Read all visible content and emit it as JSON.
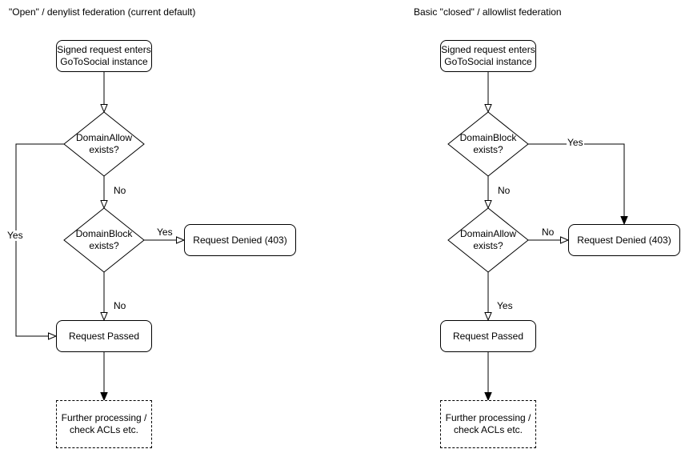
{
  "colors": {
    "stroke": "#000000",
    "shape_fill": "#ffffff",
    "text": "#000000",
    "background": "#ffffff"
  },
  "left_chart": {
    "title": "\"Open\" / denylist federation (current default)",
    "nodes": {
      "start": "Signed request enters\nGoToSocial instance",
      "decision1": "DomainAllow\nexists?",
      "decision2": "DomainBlock\nexists?",
      "denied": "Request Denied (403)",
      "passed": "Request Passed",
      "further": "Further processing /\ncheck ACLs etc."
    },
    "edge_labels": {
      "decision1_no": "No",
      "decision1_yes": "Yes",
      "decision2_yes": "Yes",
      "decision2_no": "No"
    }
  },
  "right_chart": {
    "title": "Basic \"closed\" / allowlist federation",
    "nodes": {
      "start": "Signed request enters\nGoToSocial instance",
      "decision1": "DomainBlock\nexists?",
      "decision2": "DomainAllow\nexists?",
      "denied": "Request Denied (403)",
      "passed": "Request Passed",
      "further": "Further processing /\ncheck ACLs etc."
    },
    "edge_labels": {
      "decision1_yes": "Yes",
      "decision1_no": "No",
      "decision2_no": "No",
      "decision2_yes": "Yes"
    }
  }
}
